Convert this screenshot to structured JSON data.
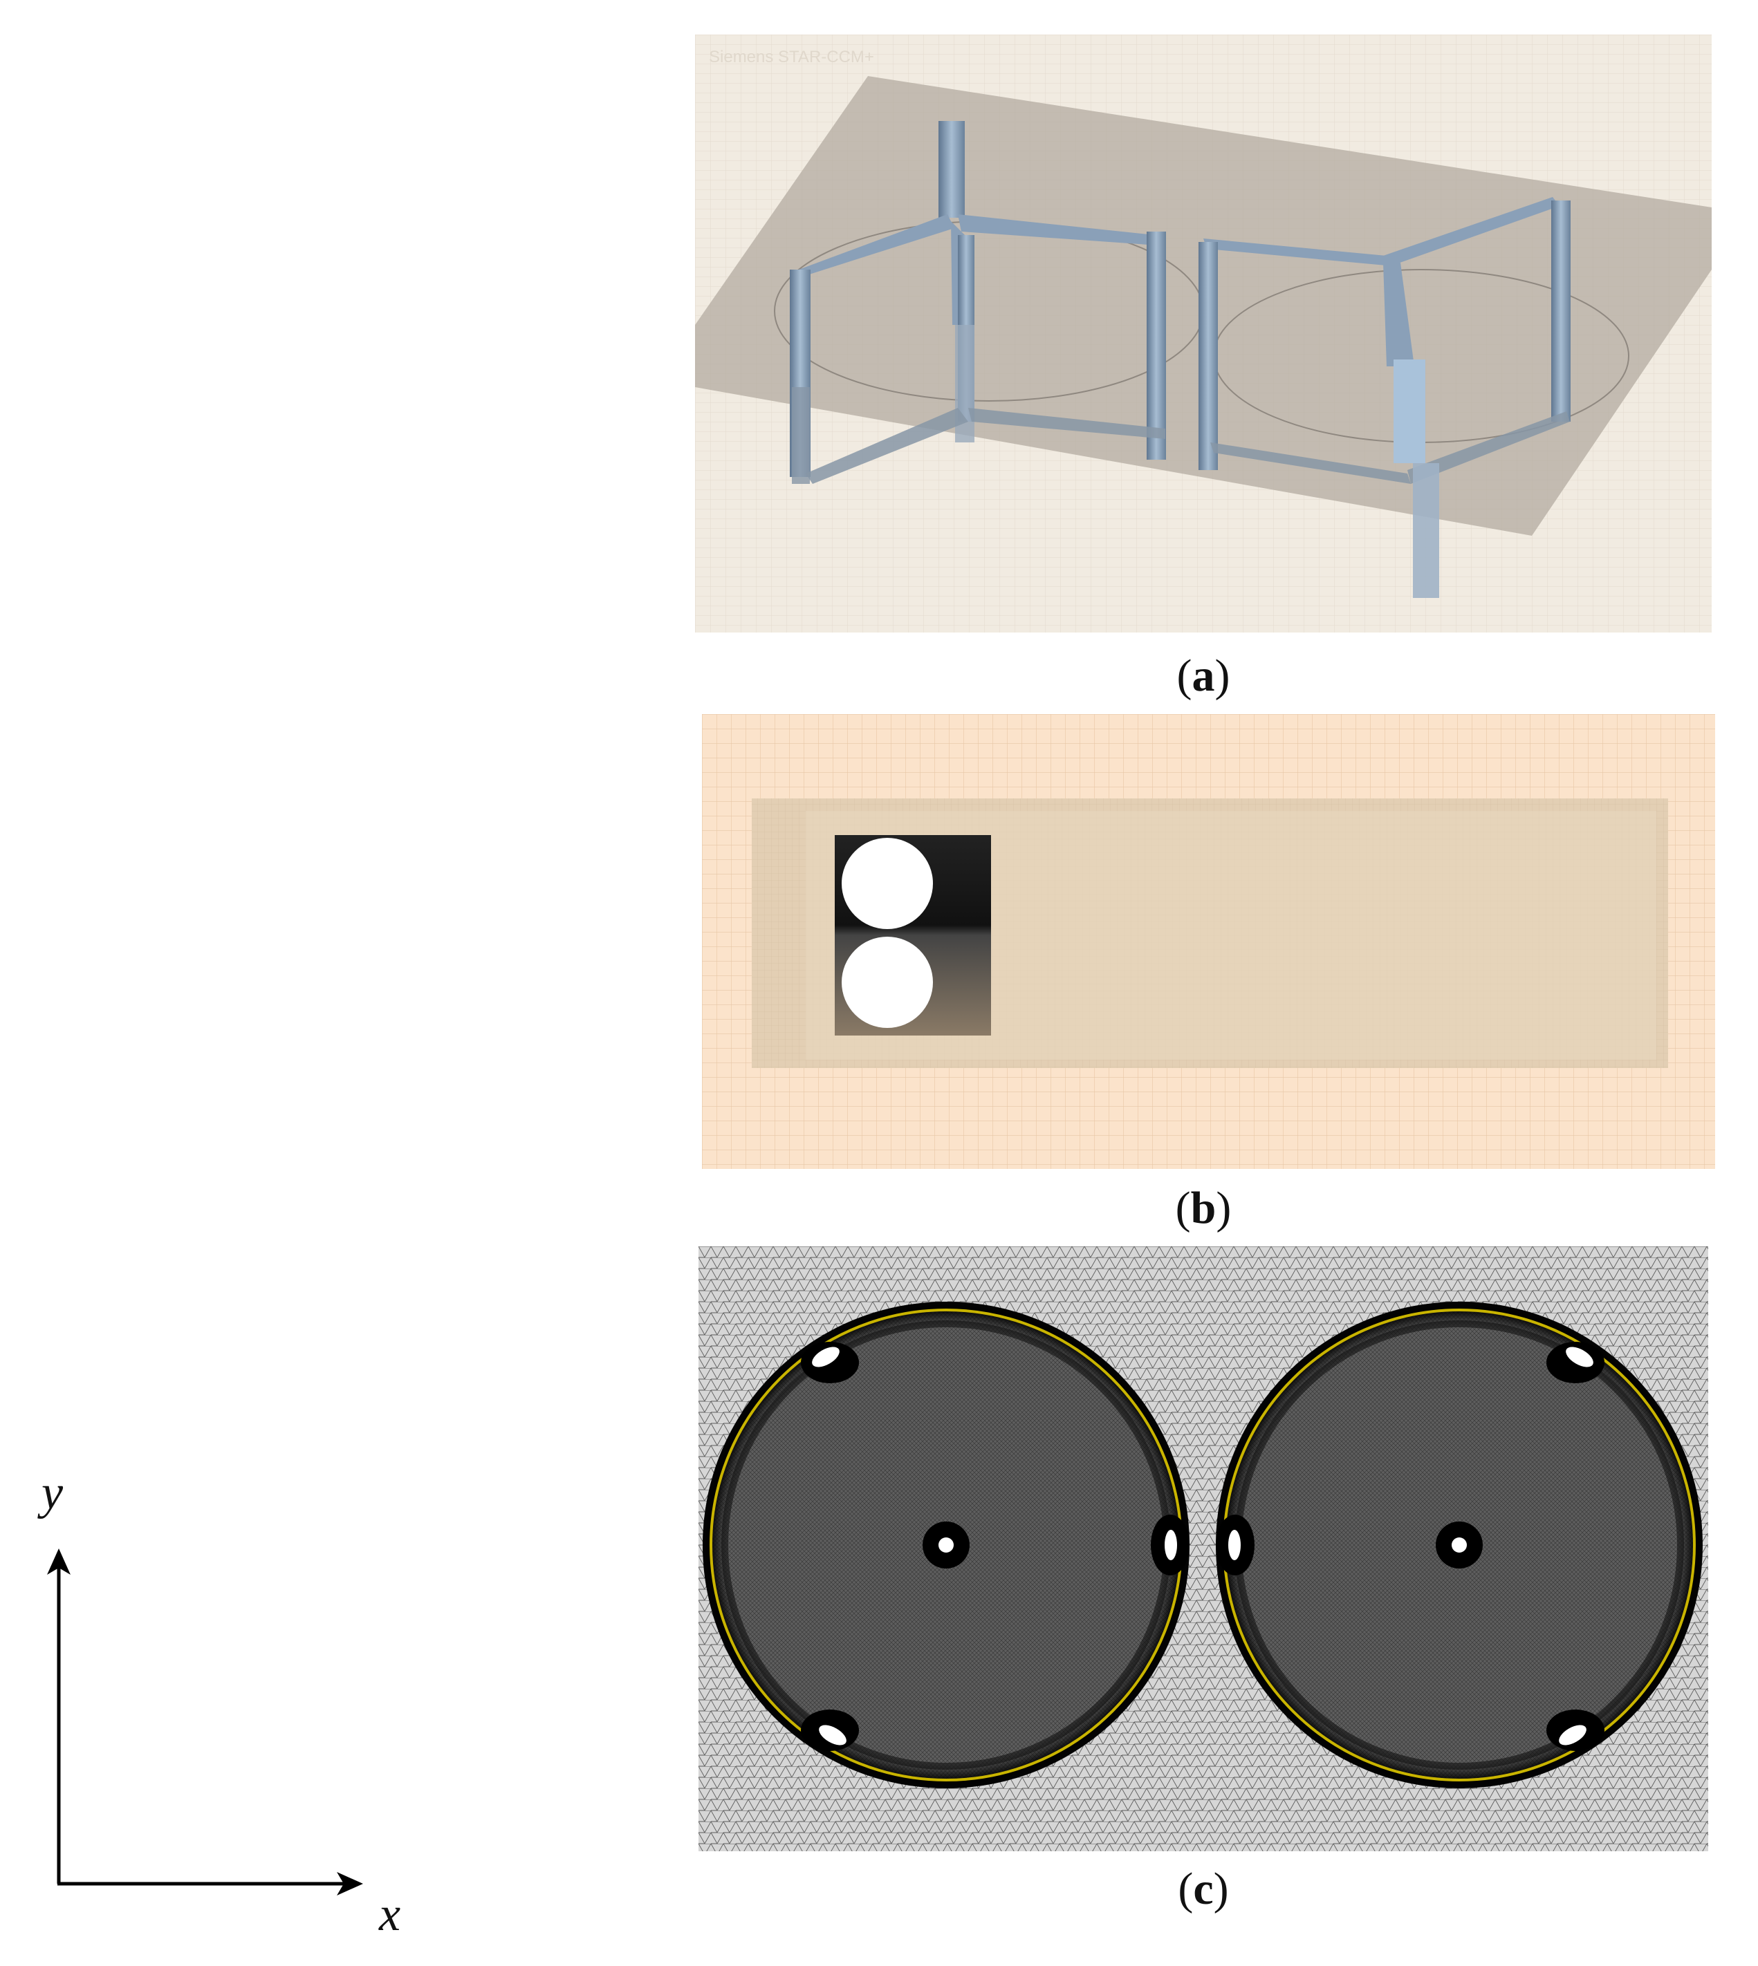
{
  "figure": {
    "panel_a": {
      "caption_open": "(",
      "caption_letter": "a",
      "caption_close": ")",
      "watermark": "Siemens STAR-CCM+"
    },
    "panel_b": {
      "caption_open": "(",
      "caption_letter": "b",
      "caption_close": ")"
    },
    "panel_c": {
      "caption_open": "(",
      "caption_letter": "c",
      "caption_close": ")"
    },
    "axes": {
      "x_label": "x",
      "y_label": "y"
    }
  },
  "colors": {
    "background_a": "#efe8dc",
    "plane_a": "#b3aba0",
    "turbine_blue": "#7f94ab",
    "mesh_b_outer": "#fbe0c6",
    "mesh_b_inner": "#e6d2b8",
    "mesh_c_bg": "#7a7a7a",
    "ring_yellow": "#c9b400"
  }
}
